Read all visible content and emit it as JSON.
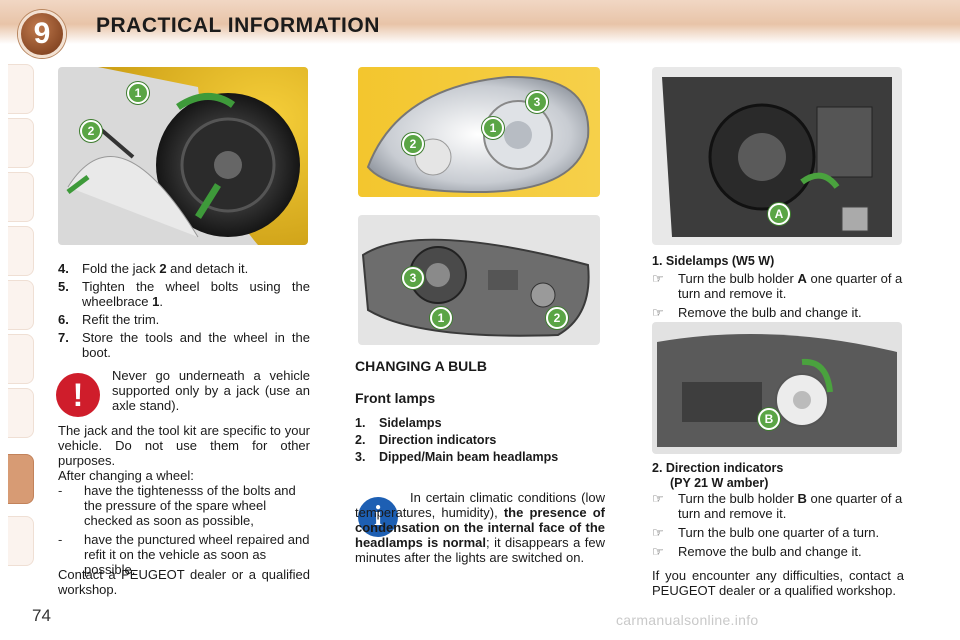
{
  "header": {
    "chapter_number": "9",
    "title": "PRACTICAL INFORMATION"
  },
  "wheel_steps": [
    {
      "n": "4.",
      "text_a": "Fold the jack ",
      "ref": "2",
      "text_b": " and detach it."
    },
    {
      "n": "5.",
      "text_a": "Tighten the wheel bolts using the wheelbrace ",
      "ref": "1",
      "text_b": "."
    },
    {
      "n": "6.",
      "text_a": "Refit the trim.",
      "ref": "",
      "text_b": ""
    },
    {
      "n": "7.",
      "text_a": "Store the tools and the wheel in the boot.",
      "ref": "",
      "text_b": ""
    }
  ],
  "warning_text": "Never go underneath a vehicle supported only by a jack (use an axle stand).",
  "jack_text": "The jack and the tool kit are specific to your vehicle. Do not use them for other purposes.",
  "after_changing": {
    "intro": "After changing a wheel:",
    "items": [
      "have the tightenesss of the bolts and the pressure of the spare wheel checked as soon as possible,",
      "have the punctured wheel repaired and refit it on the vehicle as soon as possible."
    ]
  },
  "contact_text_left": "Contact a PEUGEOT dealer or a qualified workshop.",
  "bulb": {
    "section_title": "CHANGING A BULB",
    "subtitle": "Front lamps",
    "items": [
      {
        "n": "1.",
        "label": "Sidelamps"
      },
      {
        "n": "2.",
        "label": "Direction indicators"
      },
      {
        "n": "3.",
        "label": "Dipped/Main beam headlamps"
      }
    ]
  },
  "info": {
    "text_a": "In certain climatic conditions (low temperatures, humidity), ",
    "text_bold": "the presence of condensation on the internal face of the headlamps is normal",
    "text_b": "; it disappears a few minutes after the lights are switched on."
  },
  "sidelamps": {
    "title": "1. Sidelamps (W5 W)",
    "steps": [
      {
        "a": "Turn the bulb holder ",
        "ref": "A",
        "b": " one quarter of a turn and remove it."
      },
      {
        "a": "Remove the bulb and change it.",
        "ref": "",
        "b": ""
      }
    ]
  },
  "indicators": {
    "title_line1": "2. Direction indicators",
    "title_line2": "(PY 21 W amber)",
    "steps": [
      {
        "a": "Turn the bulb holder ",
        "ref": "B",
        "b": " one quarter of a turn and remove it."
      },
      {
        "a": "Turn the bulb one quarter of a turn.",
        "ref": "",
        "b": ""
      },
      {
        "a": "Remove the bulb and change it.",
        "ref": "",
        "b": ""
      }
    ]
  },
  "contact_text_right": "If you encounter any difficulties, contact a PEUGEOT dealer or a qualified workshop.",
  "callouts": {
    "wheel": [
      "1",
      "2"
    ],
    "headlamp_front": [
      "1",
      "2",
      "3"
    ],
    "headlamp_rear": [
      "1",
      "2",
      "3"
    ],
    "holder_a": "A",
    "holder_b": "B"
  },
  "page_number": "74",
  "watermark": "carmanualsonline.info",
  "icons": {
    "warning": "exclamation-icon",
    "info": "info-icon",
    "bullet": "pointing-hand-icon"
  },
  "colors": {
    "accent": "#d79b74",
    "callout": "#5aa545",
    "warning": "#cf1d2b",
    "info": "#1d5fb3"
  }
}
